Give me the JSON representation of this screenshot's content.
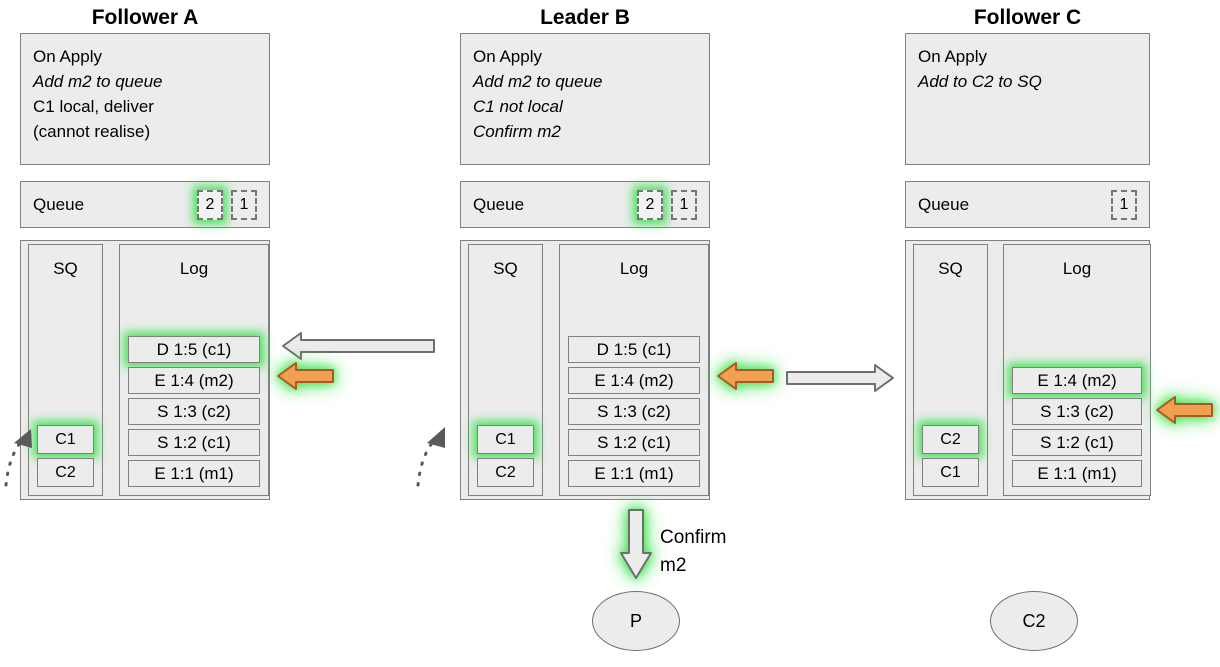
{
  "columns": [
    {
      "title": "Follower A",
      "apply": {
        "lines": [
          {
            "text": "On Apply",
            "italic": false
          },
          {
            "text": "Add m2 to queue",
            "italic": true
          },
          {
            "text": "C1 local, deliver",
            "italic": false
          },
          {
            "text": "(cannot realise)",
            "italic": false
          }
        ]
      },
      "queue": {
        "label": "Queue",
        "items": [
          {
            "value": "2",
            "highlight": true
          },
          {
            "value": "1",
            "highlight": false
          }
        ]
      },
      "sq": {
        "title": "SQ",
        "cells": [
          {
            "value": "C1",
            "highlight": true
          },
          {
            "value": "C2",
            "highlight": false
          }
        ]
      },
      "log": {
        "title": "Log",
        "cells": [
          {
            "value": "D 1:5 (c1)",
            "highlight": true
          },
          {
            "value": "E 1:4 (m2)",
            "highlight": false
          },
          {
            "value": "S 1:3 (c2)",
            "highlight": false
          },
          {
            "value": "S 1:2 (c1)",
            "highlight": false
          },
          {
            "value": "E 1:1 (m1)",
            "highlight": false
          }
        ]
      }
    },
    {
      "title": "Leader B",
      "apply": {
        "lines": [
          {
            "text": "On Apply",
            "italic": false
          },
          {
            "text": "Add m2 to queue",
            "italic": true
          },
          {
            "text": "C1 not local",
            "italic": true
          },
          {
            "text": "Confirm m2",
            "italic": true
          }
        ]
      },
      "queue": {
        "label": "Queue",
        "items": [
          {
            "value": "2",
            "highlight": true
          },
          {
            "value": "1",
            "highlight": false
          }
        ]
      },
      "sq": {
        "title": "SQ",
        "cells": [
          {
            "value": "C1",
            "highlight": true
          },
          {
            "value": "C2",
            "highlight": false
          }
        ]
      },
      "log": {
        "title": "Log",
        "cells": [
          {
            "value": "D 1:5 (c1)",
            "highlight": false
          },
          {
            "value": "E 1:4 (m2)",
            "highlight": false
          },
          {
            "value": "S 1:3 (c2)",
            "highlight": false
          },
          {
            "value": "S 1:2 (c1)",
            "highlight": false
          },
          {
            "value": "E 1:1 (m1)",
            "highlight": false
          }
        ]
      }
    },
    {
      "title": "Follower C",
      "apply": {
        "lines": [
          {
            "text": "On Apply",
            "italic": false
          },
          {
            "text": "Add to C2 to SQ",
            "italic": true
          }
        ]
      },
      "queue": {
        "label": "Queue",
        "items": [
          {
            "value": "1",
            "highlight": false
          }
        ]
      },
      "sq": {
        "title": "SQ",
        "cells": [
          {
            "value": "C2",
            "highlight": true
          },
          {
            "value": "C1",
            "highlight": false
          }
        ]
      },
      "log": {
        "title": "Log",
        "cells": [
          {
            "value": "E 1:4 (m2)",
            "highlight": false
          },
          {
            "value": "S 1:3 (c2)",
            "highlight": false
          },
          {
            "value": "S 1:2 (c1)",
            "highlight": false
          },
          {
            "value": "E 1:1 (m1)",
            "highlight": false
          }
        ]
      }
    }
  ],
  "log_top_highlight": {
    "follower_c_first_cell": true
  },
  "annotations": {
    "confirm_label_line1": "Confirm",
    "confirm_label_line2": "m2",
    "circle_p": "P",
    "circle_c2": "C2"
  },
  "colors": {
    "panel_fill": "#ececec",
    "panel_border": "#808080",
    "glow_green": "#3ce150",
    "arrow_orange": "#f0a050",
    "arrow_orange_border": "#a85a20",
    "arrow_grey_fill": "#ececec",
    "arrow_grey_border": "#6e6e6e",
    "text": "#000000"
  }
}
